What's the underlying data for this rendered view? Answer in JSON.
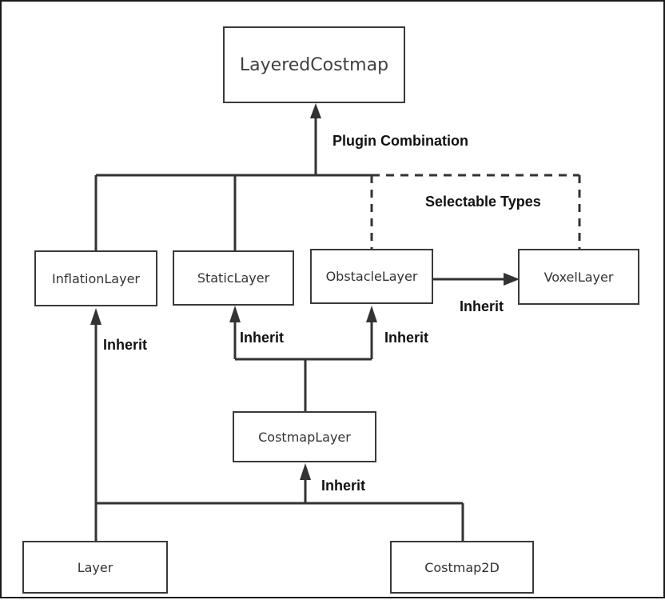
{
  "nodes": {
    "layered_costmap": "LayeredCostmap",
    "inflation_layer": "InflationLayer",
    "static_layer": "StaticLayer",
    "obstacle_layer": "ObstacleLayer",
    "voxel_layer": "VoxelLayer",
    "costmap_layer": "CostmapLayer",
    "layer": "Layer",
    "costmap2d": "Costmap2D"
  },
  "edge_labels": {
    "plugin_combination": "Plugin Combination",
    "selectable_types": "Selectable Types",
    "inherit_inflation": "Inherit",
    "inherit_static": "Inherit",
    "inherit_obstacle": "Inherit",
    "inherit_voxel": "Inherit",
    "inherit_costmap_layer": "Inherit"
  },
  "colors": {
    "line": "#333333",
    "box_border": "#3a3a3a",
    "text": "#333333"
  }
}
